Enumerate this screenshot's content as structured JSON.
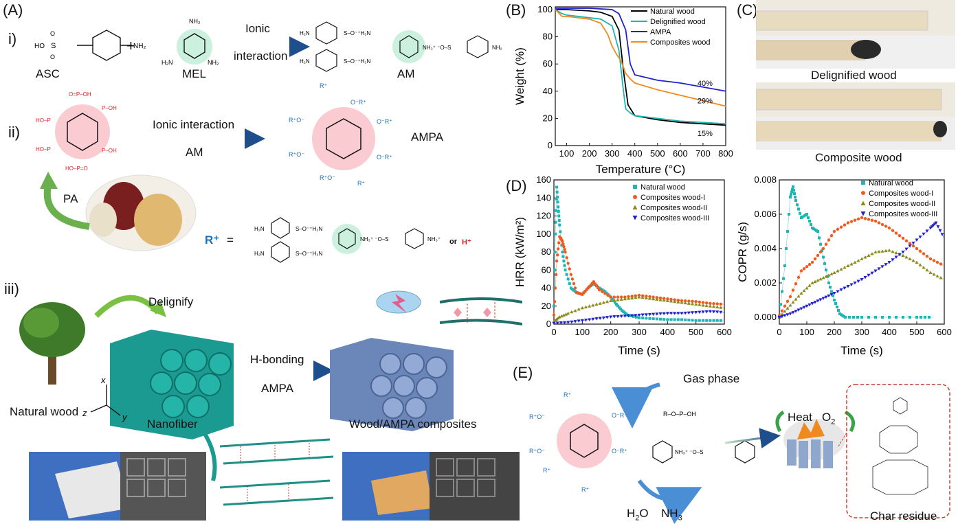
{
  "panel_a": {
    "letter": "(A)",
    "row_i": {
      "roman": "i)",
      "reactant1": "ASC",
      "plus": "+",
      "reactant2": "MEL",
      "arrow_top": "Ionic",
      "arrow_bottom": "interaction",
      "product": "AM"
    },
    "row_ii": {
      "roman": "ii)",
      "arrow_top": "Ionic interaction",
      "arrow_bottom": "AM",
      "product": "AMPA",
      "source": "PA",
      "r_symbol": "R⁺",
      "equals": "=",
      "or_text": "or",
      "h_plus": "H⁺"
    },
    "row_iii": {
      "roman": "iii)",
      "step": "Delignify",
      "start": "Natural wood",
      "mid": "Nanofiber",
      "arrow_top": "H-bonding",
      "arrow_bottom": "AMPA",
      "end": "Wood/AMPA composites",
      "axes": [
        "x",
        "y",
        "z"
      ]
    }
  },
  "panel_b": {
    "letter": "(B)",
    "chart_data": {
      "type": "line",
      "xlabel": "Temperature (°C)",
      "ylabel": "Weight (%)",
      "xlim": [
        50,
        800
      ],
      "ylim": [
        0,
        102
      ],
      "xticks": [
        100,
        200,
        300,
        400,
        500,
        600,
        700,
        800
      ],
      "yticks": [
        0,
        20,
        40,
        60,
        80,
        100
      ],
      "legend_position": "top-right",
      "series": [
        {
          "name": "Natural wood",
          "color": "#000000",
          "x": [
            50,
            100,
            200,
            250,
            300,
            330,
            350,
            370,
            400,
            500,
            600,
            700,
            800
          ],
          "y": [
            100,
            100,
            99,
            98,
            95,
            85,
            55,
            30,
            22,
            19,
            17,
            16,
            15
          ]
        },
        {
          "name": "Delignified wood",
          "color": "#1fb5b5",
          "x": [
            50,
            80,
            100,
            200,
            250,
            300,
            330,
            350,
            360,
            380,
            400,
            500,
            600,
            700,
            800
          ],
          "y": [
            100,
            97,
            96,
            94,
            93,
            88,
            70,
            40,
            27,
            24,
            22,
            20,
            18,
            17,
            16
          ]
        },
        {
          "name": "AMPA",
          "color": "#2020cc",
          "x": [
            50,
            100,
            200,
            300,
            330,
            360,
            380,
            400,
            500,
            600,
            700,
            800
          ],
          "y": [
            101,
            101,
            101,
            100,
            97,
            85,
            60,
            52,
            48,
            46,
            43,
            40
          ]
        },
        {
          "name": "Composites wood",
          "color": "#f08a1e",
          "x": [
            50,
            80,
            100,
            200,
            250,
            280,
            300,
            320,
            340,
            360,
            380,
            400,
            500,
            600,
            700,
            800
          ],
          "y": [
            100,
            95,
            95,
            93,
            90,
            82,
            73,
            67,
            62,
            53,
            49,
            46,
            41,
            37,
            33,
            29
          ]
        }
      ],
      "annotations": [
        "40%",
        "29%",
        "15%"
      ]
    }
  },
  "panel_c": {
    "letter": "(C)",
    "label_top": "Delignified wood",
    "label_bottom": "Composite wood"
  },
  "panel_d": {
    "letter": "(D)",
    "chart_data": [
      {
        "type": "scatter",
        "xlabel": "Time (s)",
        "ylabel": "HRR (kW/m²)",
        "xlim": [
          0,
          600
        ],
        "ylim": [
          0,
          160
        ],
        "xticks": [
          0,
          100,
          200,
          300,
          400,
          500,
          600
        ],
        "yticks": [
          0,
          20,
          40,
          60,
          80,
          100,
          120,
          140,
          160
        ],
        "legend_position": "top-right",
        "series": [
          {
            "name": "Natural wood",
            "color": "#1fb5b5",
            "marker": "square",
            "x": [
              0,
              5,
              10,
              15,
              20,
              30,
              40,
              60,
              80,
              100,
              120,
              140,
              160,
              180,
              200,
              220,
              240,
              260,
              300,
              350,
              400,
              450,
              500,
              550,
              600
            ],
            "y": [
              20,
              100,
              152,
              130,
              110,
              80,
              60,
              40,
              35,
              33,
              40,
              45,
              40,
              36,
              30,
              22,
              15,
              10,
              7,
              6,
              5,
              5,
              4,
              4,
              4
            ]
          },
          {
            "name": "Composites wood-I",
            "color": "#f05a1e",
            "marker": "circle",
            "x": [
              0,
              10,
              20,
              30,
              40,
              60,
              80,
              100,
              120,
              140,
              160,
              200,
              250,
              300,
              350,
              400,
              450,
              500,
              550,
              600
            ],
            "y": [
              10,
              70,
              97,
              92,
              80,
              55,
              35,
              33,
              40,
              47,
              38,
              30,
              30,
              32,
              30,
              28,
              26,
              25,
              23,
              22
            ]
          },
          {
            "name": "Composites wood-II",
            "color": "#8a8a1a",
            "marker": "triangle-up",
            "x": [
              0,
              20,
              50,
              100,
              150,
              200,
              250,
              300,
              350,
              400,
              450,
              500,
              550,
              600
            ],
            "y": [
              3,
              8,
              12,
              18,
              22,
              26,
              28,
              30,
              28,
              26,
              24,
              22,
              20,
              18
            ]
          },
          {
            "name": "Composites wood-III",
            "color": "#2020cc",
            "marker": "triangle-down",
            "x": [
              0,
              50,
              100,
              150,
              200,
              250,
              300,
              350,
              400,
              450,
              500,
              550,
              600
            ],
            "y": [
              1,
              2,
              4,
              6,
              8,
              9,
              10,
              11,
              12,
              12,
              13,
              14,
              13
            ]
          }
        ]
      },
      {
        "type": "scatter",
        "xlabel": "Time (s)",
        "ylabel": "COPR (g/s)",
        "xlim": [
          0,
          600
        ],
        "ylim": [
          -0.0004,
          0.008
        ],
        "xticks": [
          0,
          100,
          200,
          300,
          400,
          500,
          600
        ],
        "yticks": [
          0.0,
          0.002,
          0.004,
          0.006,
          0.008
        ],
        "legend_position": "top-right",
        "series": [
          {
            "name": "Natural wood",
            "color": "#1fb5b5",
            "marker": "square",
            "x": [
              0,
              20,
              40,
              50,
              60,
              80,
              100,
              120,
              140,
              160,
              180,
              200,
              220,
              240,
              300,
              400,
              500,
              560
            ],
            "y": [
              0.0,
              0.003,
              0.007,
              0.0076,
              0.0068,
              0.0058,
              0.006,
              0.0052,
              0.005,
              0.0035,
              0.002,
              0.001,
              0.0002,
              0.0,
              0.0,
              0.0,
              0.0,
              0.0
            ]
          },
          {
            "name": "Composites wood-I",
            "color": "#f05a1e",
            "marker": "circle",
            "x": [
              0,
              40,
              80,
              120,
              160,
              200,
              250,
              300,
              350,
              400,
              450,
              500,
              550,
              600
            ],
            "y": [
              0.0001,
              0.0012,
              0.0027,
              0.0032,
              0.004,
              0.005,
              0.0055,
              0.0058,
              0.0056,
              0.0052,
              0.0046,
              0.004,
              0.0034,
              0.003
            ]
          },
          {
            "name": "Composites wood-II",
            "color": "#8a8a1a",
            "marker": "triangle-up",
            "x": [
              0,
              40,
              80,
              120,
              160,
              200,
              250,
              300,
              350,
              400,
              450,
              500,
              550,
              600
            ],
            "y": [
              0.0,
              0.0007,
              0.0014,
              0.002,
              0.0023,
              0.0026,
              0.003,
              0.0034,
              0.0038,
              0.0039,
              0.0036,
              0.0032,
              0.0026,
              0.0022
            ]
          },
          {
            "name": "Composites wood-III",
            "color": "#2020cc",
            "marker": "triangle-down",
            "x": [
              0,
              40,
              80,
              120,
              160,
              200,
              250,
              300,
              350,
              400,
              450,
              500,
              550,
              570,
              600
            ],
            "y": [
              0.0,
              0.0002,
              0.0005,
              0.0008,
              0.0011,
              0.0014,
              0.0018,
              0.0022,
              0.0027,
              0.0032,
              0.0038,
              0.0045,
              0.0052,
              0.0055,
              0.0046
            ]
          }
        ]
      }
    ]
  },
  "panel_e": {
    "letter": "(E)",
    "gas_phase": "Gas phase",
    "heat": "Heat",
    "o2": "O",
    "o2_sub": "2",
    "h2o": "H",
    "h2o_sub": "2",
    "h2o_tail": "O",
    "nh3": "NH",
    "nh3_sub": "3",
    "char": "Char residue"
  },
  "colors": {
    "arrow_blue": "#1f4e8c",
    "teal": "#1fb5b5",
    "orange": "#f08a1e",
    "navy": "#2020cc",
    "olive": "#8a8a1a",
    "red_dash": "#d33a2c",
    "mel_glow": "#a8e6c8",
    "pa_glow": "#f7a9b0"
  }
}
